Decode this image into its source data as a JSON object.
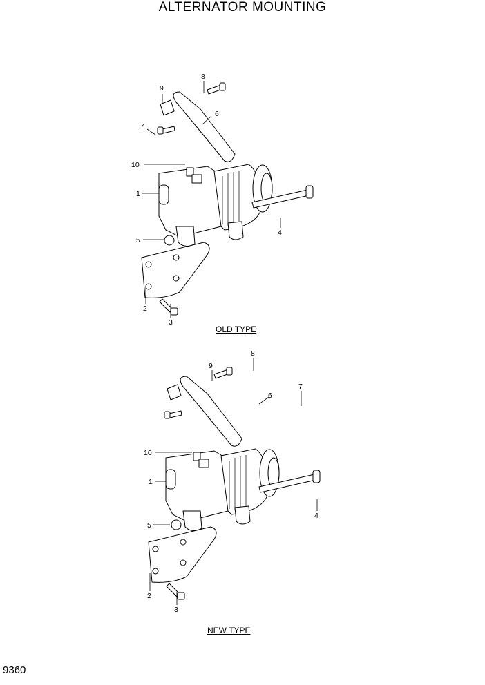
{
  "title": "ALTERNATOR MOUNTING",
  "page_number": "9360",
  "diagrams": [
    {
      "caption": "OLD TYPE",
      "callouts": [
        "1",
        "2",
        "3",
        "4",
        "5",
        "6",
        "7",
        "8",
        "9",
        "10"
      ]
    },
    {
      "caption": "NEW TYPE",
      "callouts": [
        "1",
        "2",
        "3",
        "4",
        "5",
        "6",
        "7",
        "8",
        "9",
        "10"
      ]
    }
  ]
}
